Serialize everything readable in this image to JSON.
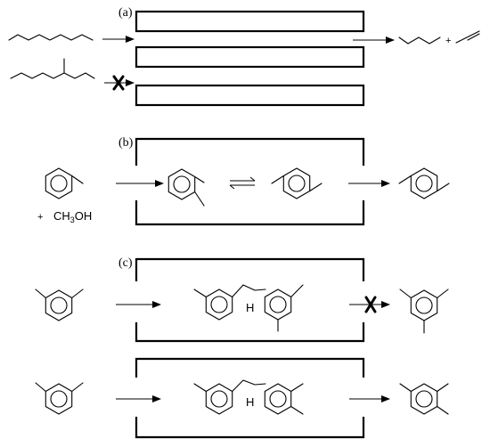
{
  "panels": {
    "a": {
      "label": "(a)"
    },
    "b": {
      "label": "(b)",
      "reagent_plus": "+",
      "reagent": [
        "CH",
        "3",
        "OH"
      ]
    },
    "c": {
      "label": "(c)",
      "hydrogen_top": "H",
      "hydrogen_bottom": "H"
    }
  },
  "products_a": {
    "plus": "+"
  }
}
